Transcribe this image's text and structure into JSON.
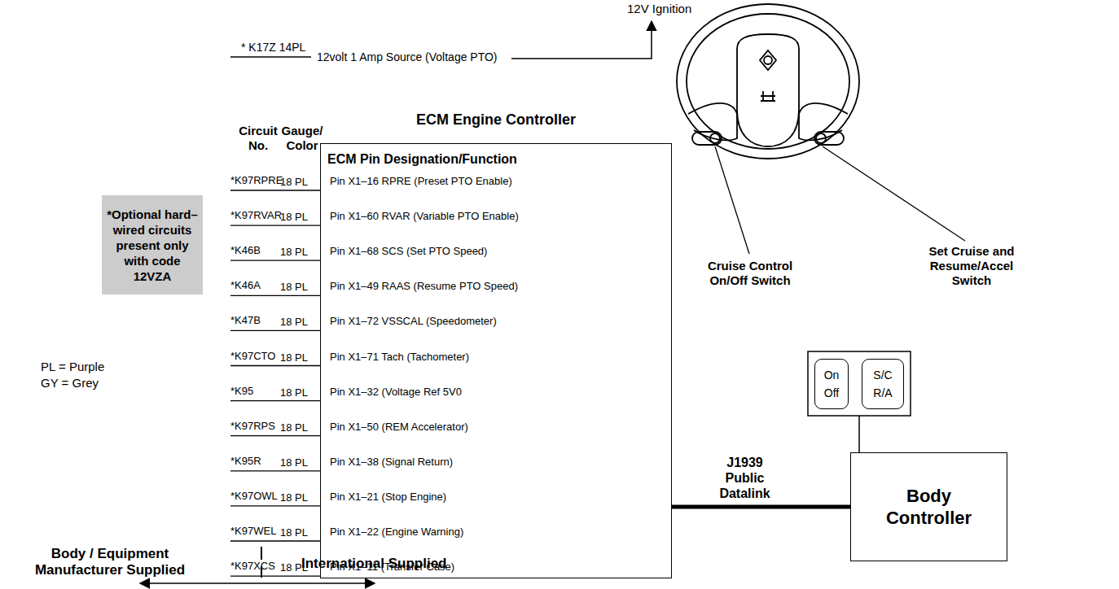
{
  "diagram": {
    "nodes": [
      {
        "text": [
          "*Optional hard–wired circuits present only with code 12VZA"
        ]
      },
      {
        "text": [
          "ECM Engine Controller",
          "ECM Pin Designation/Function",
          "Pin X1–16 RPRE (Preset PTO Enable)",
          "Pin X1–60 RVAR (Variable PTO Enable)",
          "Pin X1–68 SCS (Set PTO Speed)",
          "Pin X1–49 RAAS (Resume PTO Speed)",
          "Pin X1–72 VSSCAL (Speedometer)",
          "Pin X1–71 Tach (Tachometer)",
          "Pin X1–32 (Voltage Ref 5V0",
          "Pin X1–50 (REM Accelerator)",
          "Pin X1–38 (Signal Return)",
          "Pin X1–21 (Stop Engine)",
          "Pin X1–22 (Engine Warning)",
          "Pin X1–11 (Transfer Case)"
        ]
      },
      {
        "text": [
          "On",
          "Off"
        ]
      },
      {
        "text": [
          "S/C",
          "R/A"
        ]
      },
      {
        "text": [
          "Body Controller"
        ]
      }
    ],
    "edges": [
      {
        "from": 1,
        "to": 4,
        "arrow": "none",
        "label": "J1939 Public Datalink"
      }
    ],
    "labels": [
      "* K17Z 14PL",
      "12volt 1 Amp Source (Voltage PTO)",
      "12V Ignition",
      "Circuit No.",
      "Gauge/ Color",
      "*K97RPRE",
      "*K97RVAR",
      "*K46B",
      "*K46A",
      "*K47B",
      "*K97CTO",
      "*K95",
      "*K97RPS",
      "*K95R",
      "*K97OWL",
      "*K97WEL",
      "*K97XCS",
      "18 PL",
      "18 PL",
      "18 PL",
      "18 PL",
      "18 PL",
      "18 PL",
      "18 PL",
      "18 PL",
      "18 PL",
      "18 PL",
      "18 PL",
      "18 PL",
      "PL = Purple",
      "GY = Grey",
      "Cruise Control On/Off Switch",
      "Set Cruise and Resume/Accel Switch",
      "Body / Equipment Manufacturer Supplied",
      "International Supplied"
    ]
  }
}
